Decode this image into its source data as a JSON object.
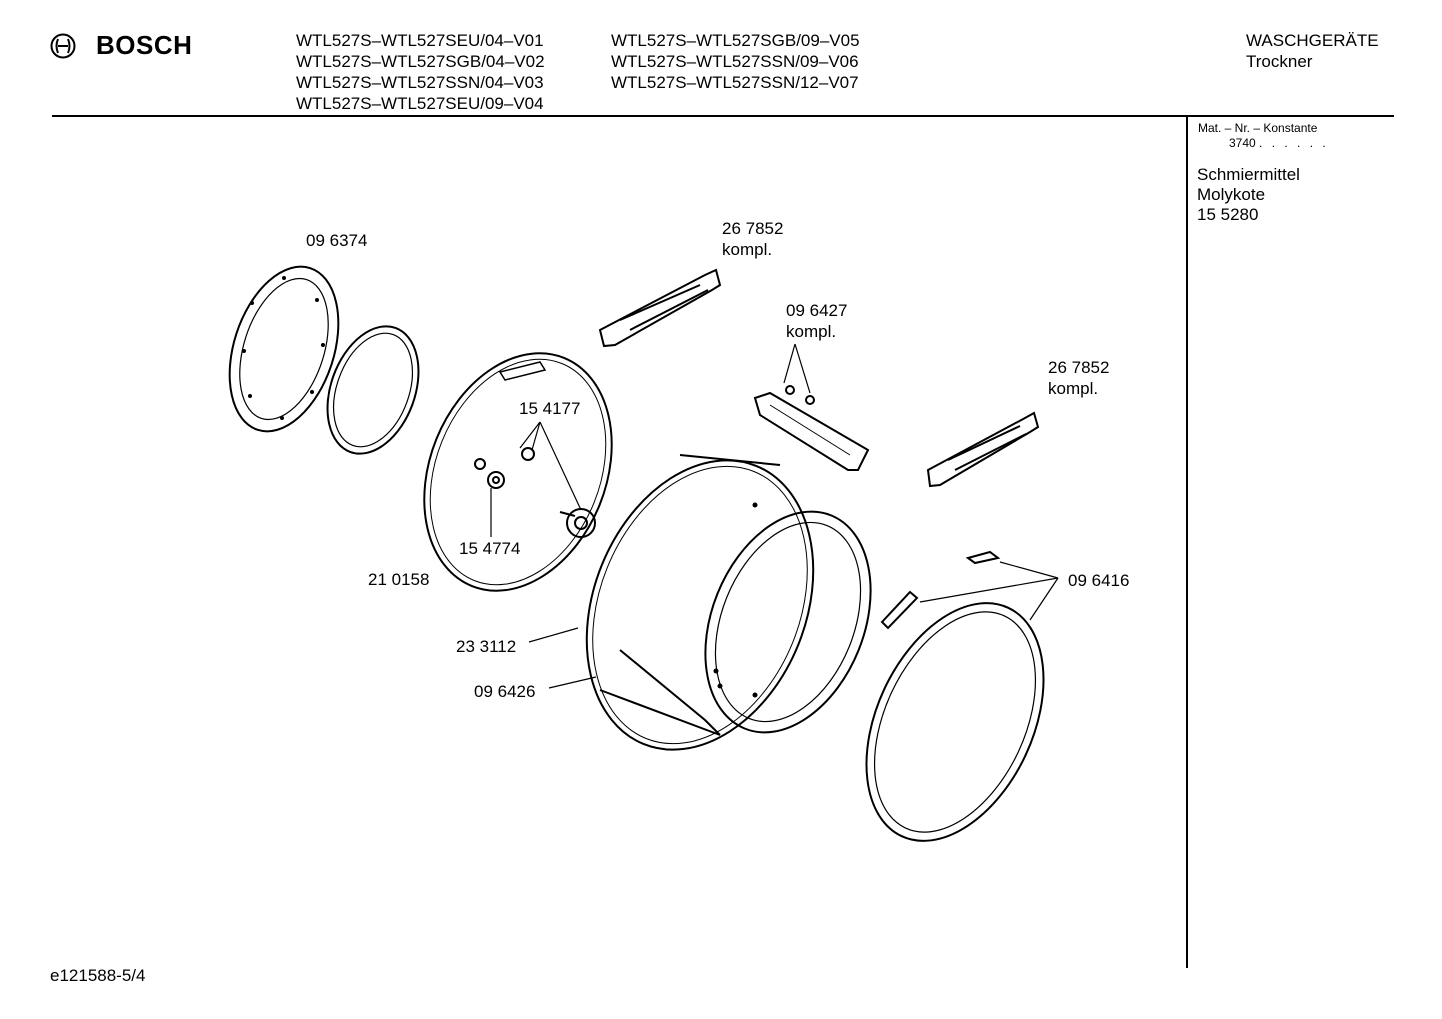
{
  "header": {
    "brand": "BOSCH",
    "models_left": [
      "WTL527S–WTL527SEU/04–V01",
      "WTL527S–WTL527SGB/04–V02",
      "WTL527S–WTL527SSN/04–V03",
      "WTL527S–WTL527SEU/09–V04"
    ],
    "models_right": [
      "WTL527S–WTL527SGB/09–V05",
      "WTL527S–WTL527SSN/09–V06",
      "WTL527S–WTL527SSN/12–V07"
    ],
    "category": "WASCHGERÄTE",
    "subcategory": "Trockner"
  },
  "sidebar": {
    "mat_label": "Mat. – Nr. – Konstante",
    "mat_value": "3740",
    "lubricant_lines": [
      "Schmiermittel",
      "Molykote",
      "15 5280"
    ]
  },
  "parts": {
    "p096374": "09 6374",
    "p267852_a": "26 7852",
    "p267852_a_note": "kompl.",
    "p096427": "09 6427",
    "p096427_note": "kompl.",
    "p267852_b": "26 7852",
    "p267852_b_note": "kompl.",
    "p154177": "15 4177",
    "p154774": "15 4774",
    "p210158": "21 0158",
    "p096416": "09 6416",
    "p233112": "23 3112",
    "p096426": "09 6426"
  },
  "footer": {
    "drawing_id": "e121588-5/4"
  }
}
